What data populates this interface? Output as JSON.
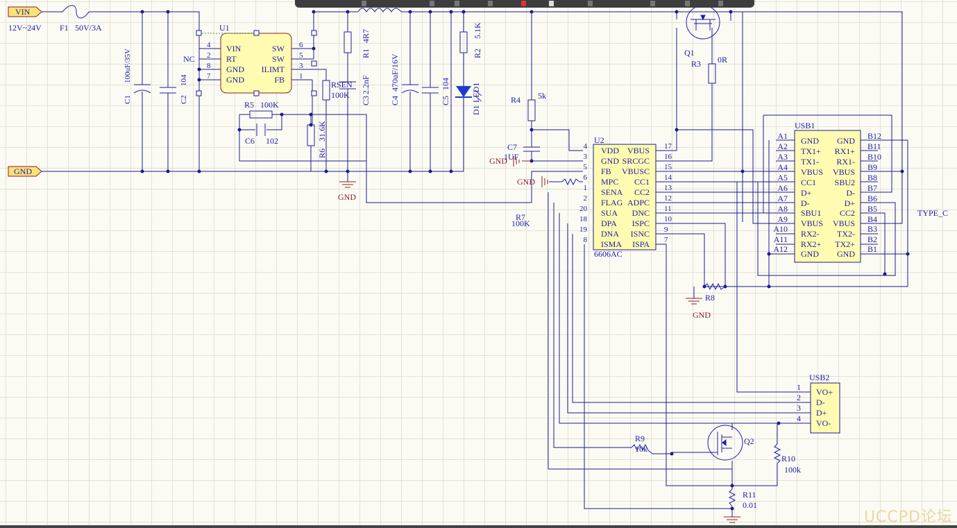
{
  "ports": {
    "vin": "VIN",
    "gnd": "GND"
  },
  "input": {
    "voltage_range": "12V~24V",
    "fuse": "F1",
    "fuse_value": "50V/3A"
  },
  "components": {
    "c1": {
      "ref": "C1",
      "value": "100uF/35V"
    },
    "c2": {
      "ref": "C2",
      "value": "104"
    },
    "u1": {
      "ref": "U1",
      "nc": "NC",
      "left_pins": [
        "4",
        "2",
        "8",
        "7"
      ],
      "left_names": [
        "VIN",
        "RT",
        "GND",
        "GND"
      ],
      "right_pins": [
        "6",
        "5",
        "3",
        "1"
      ],
      "right_names": [
        "SW",
        "SW",
        "ILIMT",
        "FB"
      ]
    },
    "r5": {
      "ref": "R5",
      "value": "100K"
    },
    "c6": {
      "ref": "C6",
      "value": "102"
    },
    "r6": {
      "ref": "R6",
      "value": "31.6K"
    },
    "rsen": {
      "ref": "RSEN",
      "value": "100K"
    },
    "r1": {
      "ref": "R1",
      "value": "4R7"
    },
    "c3": {
      "ref": "C3",
      "value": "2.2nF"
    },
    "c4": {
      "ref": "C4",
      "value": "470uF/16V"
    },
    "c5": {
      "ref": "C5",
      "value": "104"
    },
    "r2": {
      "ref": "R2",
      "value": "5.1K"
    },
    "led1": {
      "ref": "LED1"
    },
    "d1": {
      "ref": "D1"
    },
    "r4": {
      "ref": "R4",
      "value": "5k"
    },
    "c7": {
      "ref": "C7",
      "value": "1UF"
    },
    "r7": {
      "ref": "R7",
      "value": "100K"
    },
    "q1": {
      "ref": "Q1"
    },
    "r3": {
      "ref": "R3",
      "value": "0R"
    },
    "u2": {
      "ref": "U2",
      "part": "6606AC",
      "left_pins": [
        "4",
        "3",
        "5",
        "6",
        "1",
        "2",
        "20",
        "18",
        "19",
        "8"
      ],
      "left_names": [
        "VDD",
        "GND",
        "FB",
        "MPC",
        "SENA",
        "FLAG",
        "SUA",
        "DPA",
        "DNA",
        "ISMA"
      ],
      "right_pins": [
        "17",
        "16",
        "15",
        "14",
        "13",
        "12",
        "11",
        "10",
        "9",
        "7"
      ],
      "right_names": [
        "VBUS",
        "SRCGC",
        "VBUSC",
        "CC1",
        "CC2",
        "ADPC",
        "DNC",
        "ISPC",
        "ISNC",
        "ISPA"
      ]
    },
    "usb1": {
      "ref": "USB1",
      "type": "TYPE_C",
      "a_pins": [
        "A1",
        "A2",
        "A3",
        "A4",
        "A5",
        "A6",
        "A7",
        "A8",
        "A9",
        "A10",
        "A11",
        "A12"
      ],
      "a_names": [
        "GND",
        "TX1+",
        "TX1-",
        "VBUS",
        "CC1",
        "D+",
        "D-",
        "SBU1",
        "VBUS",
        "RX2-",
        "RX2+",
        "GND"
      ],
      "b_pins": [
        "B12",
        "B11",
        "B10",
        "B9",
        "B8",
        "B7",
        "B6",
        "B5",
        "B4",
        "B3",
        "B2",
        "B1"
      ],
      "b_names": [
        "GND",
        "RX1+",
        "RX1-",
        "VBUS",
        "SBU2",
        "D-",
        "D+",
        "CC2",
        "VBUS",
        "TX2-",
        "TX2+",
        "GND"
      ]
    },
    "r8": {
      "ref": "R8"
    },
    "usb2": {
      "ref": "USB2",
      "pins": [
        "1",
        "2",
        "3",
        "4"
      ],
      "names": [
        "VO+",
        "D-",
        "D+",
        "VO-"
      ]
    },
    "q2": {
      "ref": "Q2"
    },
    "r9": {
      "ref": "R9",
      "value": "10k"
    },
    "r10": {
      "ref": "R10",
      "value": "100k"
    },
    "r11": {
      "ref": "R11",
      "value": "0.01"
    }
  },
  "gnd_labels": [
    "GND",
    "GND",
    "GND",
    "GND",
    "GND"
  ],
  "watermark": "UCCPD论坛",
  "colors": {
    "wire": "#1b1b8f",
    "component": "#1c1caa",
    "chip_fill": "#fffbb0",
    "chip_stroke": "#8a1f1f",
    "ground_label": "#8a1f1f",
    "port_fill": "#fbe27a",
    "led": "#1a3ccc",
    "grid": "#e3e1d6"
  }
}
